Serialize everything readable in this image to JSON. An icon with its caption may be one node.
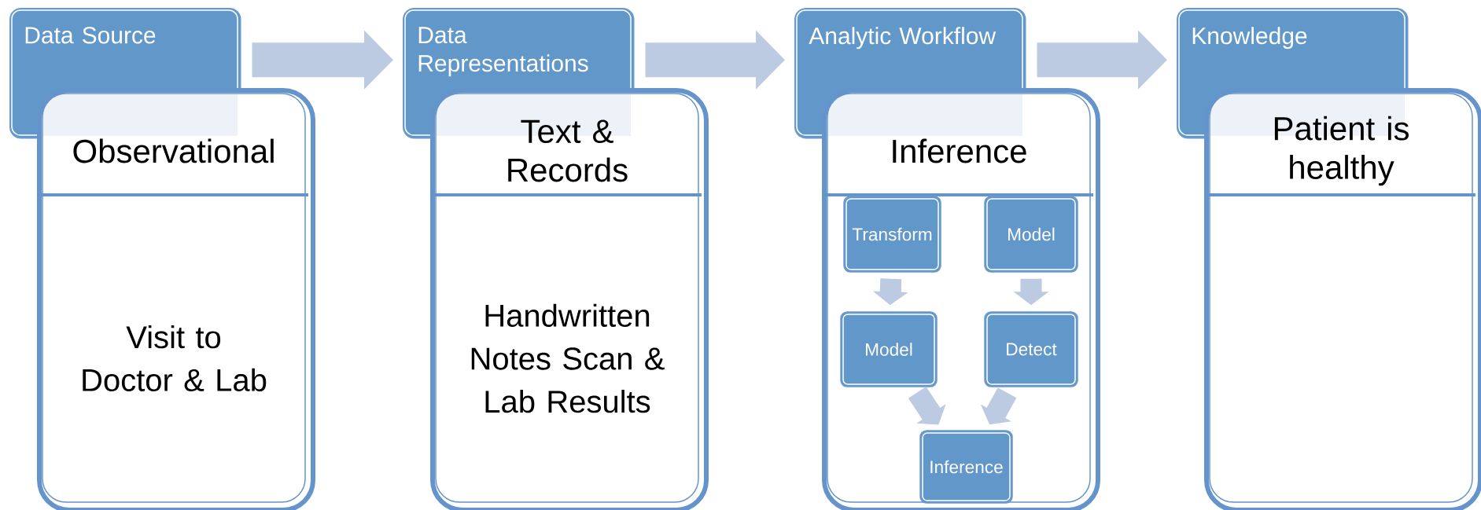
{
  "diagram": {
    "nodes": [
      {
        "text": [
          "Data Source"
        ]
      },
      {
        "text": [
          "Observational",
          "Visit to Doctor & Lab"
        ]
      },
      {
        "text": [
          "Data Representations"
        ]
      },
      {
        "text": [
          "Text & Records",
          "Handwritten Notes Scan & Lab Results"
        ]
      },
      {
        "text": [
          "Analytic Workflow"
        ]
      },
      {
        "text": [
          "Inference"
        ]
      },
      {
        "text": [
          "Transform"
        ],
        "in": 5
      },
      {
        "text": [
          "Model"
        ],
        "in": 5
      },
      {
        "text": [
          "Model"
        ],
        "in": 5
      },
      {
        "text": [
          "Detect"
        ],
        "in": 5
      },
      {
        "text": [
          "Inference"
        ],
        "in": 5
      },
      {
        "text": [
          "Knowledge"
        ]
      },
      {
        "text": [
          "Patient is healthy"
        ]
      }
    ],
    "edges": [
      {
        "from": 0,
        "to": 2,
        "arrow": "to"
      },
      {
        "from": 2,
        "to": 4,
        "arrow": "to"
      },
      {
        "from": 4,
        "to": 11,
        "arrow": "to"
      },
      {
        "from": 6,
        "to": 8,
        "arrow": "to"
      },
      {
        "from": 7,
        "to": 9,
        "arrow": "to"
      },
      {
        "from": 8,
        "to": 10,
        "arrow": "to"
      },
      {
        "from": 9,
        "to": 10,
        "arrow": "to"
      }
    ]
  }
}
